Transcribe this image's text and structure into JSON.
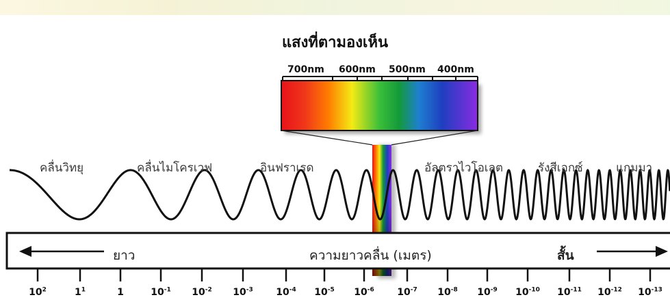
{
  "title": "แสงที่ตามองเห็น",
  "visible_nm_labels": [
    "700nm",
    "600nm",
    "500nm",
    "400nm"
  ],
  "bands": [
    {
      "name": "คลื่นวิทยุ"
    },
    {
      "name": "คลื่นไมโครเวฟ"
    },
    {
      "name": "อินฟราเรด"
    },
    {
      "name": "อัลตราไวโอเลต"
    },
    {
      "name": "รังสีเอกซ์"
    },
    {
      "name": "แกมมา"
    }
  ],
  "scale_bar": {
    "long_label": "ยาว",
    "axis_label": "ความยาวคลื่น (เมตร)",
    "short_label": "สั้น"
  },
  "wavelength_ticks": [
    {
      "base": "10",
      "exp": "2"
    },
    {
      "base": "1",
      "exp": "1"
    },
    {
      "base": "1",
      "exp": ""
    },
    {
      "base": "10",
      "exp": "-1"
    },
    {
      "base": "10",
      "exp": "-2"
    },
    {
      "base": "10",
      "exp": "-3"
    },
    {
      "base": "10",
      "exp": "-4"
    },
    {
      "base": "10",
      "exp": "-5"
    },
    {
      "base": "10",
      "exp": "-6"
    },
    {
      "base": "10",
      "exp": "-7"
    },
    {
      "base": "10",
      "exp": "-8"
    },
    {
      "base": "10",
      "exp": "-9"
    },
    {
      "base": "10",
      "exp": "-10"
    },
    {
      "base": "10",
      "exp": "-11"
    },
    {
      "base": "10",
      "exp": "-12"
    },
    {
      "base": "10",
      "exp": "-13"
    }
  ],
  "colors": {
    "spectrum_red": "#e8121a",
    "spectrum_orange": "#ff7d00",
    "spectrum_yellow": "#f4ea15",
    "spectrum_green": "#139a3a",
    "spectrum_blue": "#1e3fc0",
    "spectrum_violet": "#8a2be2",
    "wave": "#111111"
  }
}
